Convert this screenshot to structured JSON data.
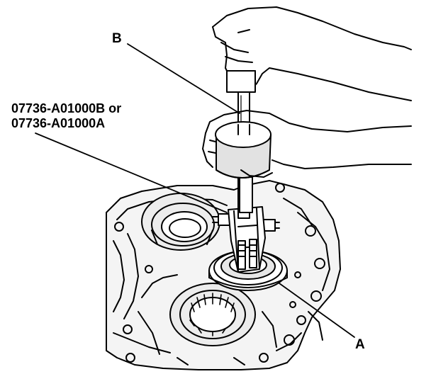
{
  "callouts": {
    "b": "B",
    "a": "A",
    "tool_line_1": "07736-A01000B or",
    "tool_line_2": "07736-A01000A"
  },
  "colors": {
    "ink": "#000000",
    "paper": "#ffffff",
    "fill_light": "#e9e9e9",
    "fill_mid": "#cfcfcf"
  }
}
